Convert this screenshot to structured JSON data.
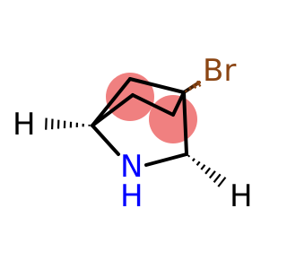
{
  "molecule": {
    "atoms": {
      "bromine": {
        "label": "Br",
        "color": "#8B4513"
      },
      "nitrogen": {
        "label": "N",
        "color": "#0000FF"
      },
      "hydrogen_nh": {
        "label": "H",
        "color": "#0000FF"
      },
      "hydrogen_left": {
        "label": "H",
        "color": "#000000"
      },
      "hydrogen_right": {
        "label": "H",
        "color": "#000000"
      }
    },
    "highlight_color": "#F08080",
    "bond_color": "#000000"
  }
}
